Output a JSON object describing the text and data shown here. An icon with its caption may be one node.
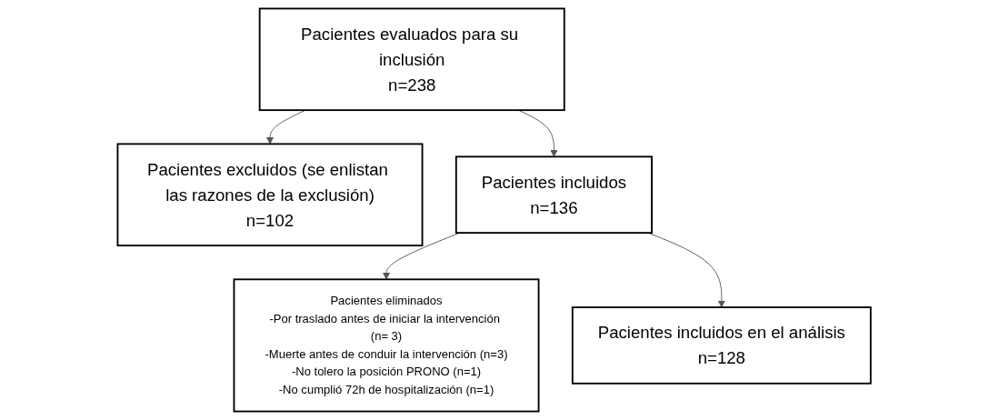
{
  "diagram": {
    "nodes": [
      {
        "text": [
          "Pacientes evaluados para su inclusión",
          "n=238"
        ]
      },
      {
        "text": [
          "Pacientes excluidos (se enlistan las razones de la exclusión)",
          "n=102"
        ]
      },
      {
        "text": [
          "Pacientes incluidos",
          "n=136"
        ]
      },
      {
        "text": [
          "Pacientes eliminados",
          "-Por traslado antes de iniciar la intervención (n= 3)",
          "-Muerte antes de conduir la intervención (n=3)",
          "-No tolero la posición PRONO (n=1)",
          "-No cumplió 72h de hospitalización (n=1)"
        ]
      },
      {
        "text": [
          "Pacientes incluidos en el análisis",
          "n=128"
        ]
      }
    ],
    "edges": [
      {
        "from": 0,
        "to": 1,
        "arrow": "to"
      },
      {
        "from": 0,
        "to": 2,
        "arrow": "to"
      },
      {
        "from": 2,
        "to": 3,
        "arrow": "to"
      },
      {
        "from": 2,
        "to": 4,
        "arrow": "to"
      }
    ]
  }
}
